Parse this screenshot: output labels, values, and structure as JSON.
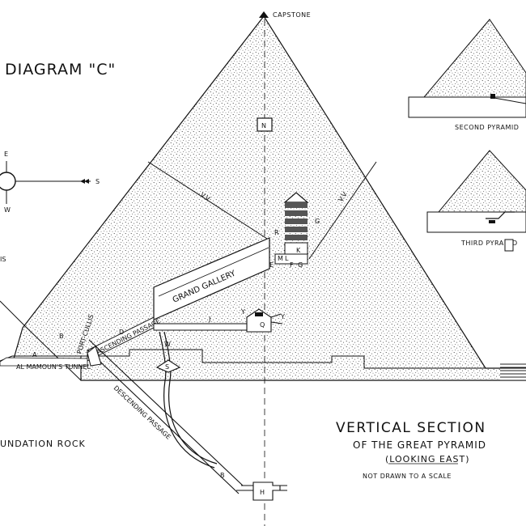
{
  "diagram": {
    "heading": "DIAGRAM \"C\"",
    "capstone": "CAPSTONE",
    "second_pyramid": "SECOND PYRAMID",
    "third_pyramid": "THIRD PYRAMID",
    "compass": {
      "east": "E",
      "west": "W",
      "south": "S"
    },
    "foundation": "UNDATION ROCK",
    "side_fragment": "IS",
    "chambers": {
      "n": "N",
      "q": "Q",
      "s": "S",
      "h": "H",
      "k": "K",
      "m": "M",
      "l": "L",
      "f": "F",
      "g": "G",
      "r": "R",
      "e": "E",
      "y": "Y"
    },
    "passages": {
      "grand_gallery": "GRAND GALLERY",
      "ascending": "ASCENDING PASSAGE",
      "descending": "DESCENDING PASSAGE",
      "portcullis": "PORT-CULLIS",
      "tunnel": "AL MAMOUN'S TUNNEL",
      "a": "A",
      "b1": "B",
      "b2": "B",
      "d": "D",
      "j": "J",
      "w": "W",
      "vv_left": "V.V",
      "vv_right": "V.V"
    },
    "caption": {
      "title": "VERTICAL SECTION",
      "subtitle": "OF THE GREAT PYRAMID",
      "view": "(LOOKING EAST)",
      "note": "NOT DRAWN TO A SCALE"
    }
  }
}
